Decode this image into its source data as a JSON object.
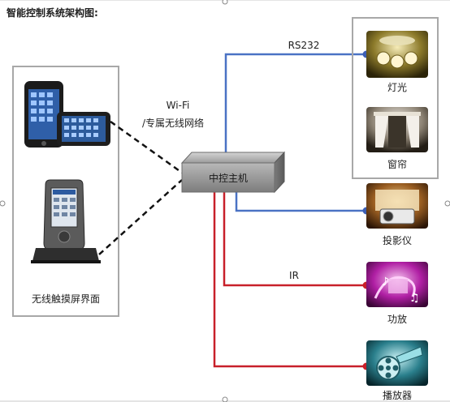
{
  "title": "智能控制系统架构图:",
  "controller": {
    "label": "中控主机"
  },
  "panel_label": "无线触摸屏界面",
  "wireless_label_1": "Wi-Fi",
  "wireless_label_2": "/专属无线网络",
  "rs232_label": "RS232",
  "ir_label": "IR",
  "devices": [
    {
      "label": "灯光",
      "icon": "ceiling-lights-icon"
    },
    {
      "label": "窗帘",
      "icon": "curtain-icon"
    },
    {
      "label": "投影仪",
      "icon": "projector-icon"
    },
    {
      "label": "功放",
      "icon": "amplifier-icon"
    },
    {
      "label": "播放器",
      "icon": "film-player-icon"
    }
  ],
  "colors": {
    "rs232_line": "#4a72c4",
    "ir_line": "#c8202a",
    "wireless_line": "#111111",
    "frame": "#a8a8a8"
  }
}
